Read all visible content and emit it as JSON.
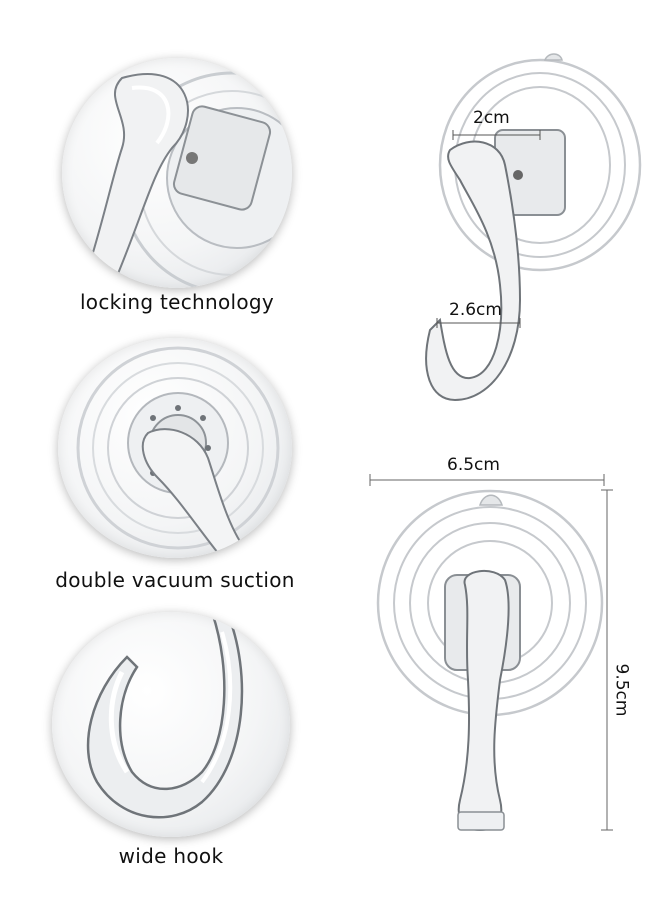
{
  "features": [
    {
      "caption": "locking technology"
    },
    {
      "caption": "double vacuum suction"
    },
    {
      "caption": "wide hook"
    }
  ],
  "dimensions": {
    "top_width": "2cm",
    "hook_width": "2.6cm",
    "total_width": "6.5cm",
    "total_height": "9.5cm"
  },
  "colors": {
    "dimension_line": "#555555",
    "text": "#111111"
  }
}
